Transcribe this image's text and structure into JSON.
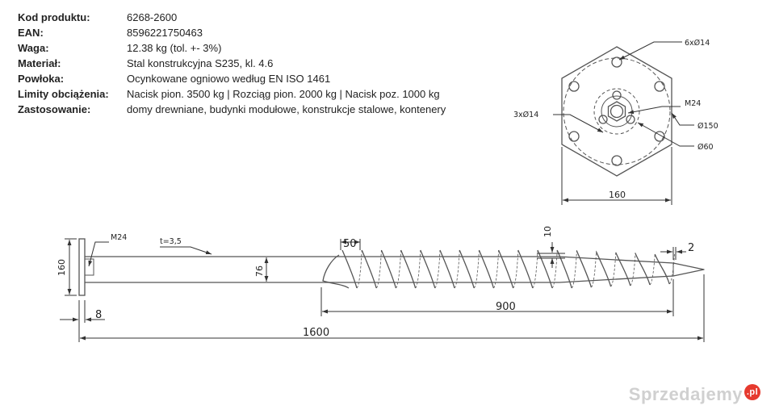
{
  "specs": [
    {
      "key": "Kod produktu:",
      "value": "6268-2600"
    },
    {
      "key": "EAN:",
      "value": "8596221750463"
    },
    {
      "key": "Waga:",
      "value": "12.38 kg (tol. +- 3%)"
    },
    {
      "key": "Materiał:",
      "value": "Stal konstrukcyjna S235, kl. 4.6"
    },
    {
      "key": "Powłoka:",
      "value": "Ocynkowane ogniowo według EN ISO 1461"
    },
    {
      "key": "Limity obciążenia:",
      "value": "Nacisk pion. 3500 kg | Rozciąg pion. 2000 kg | Nacisk poz. 1000 kg"
    },
    {
      "key": "Zastosowanie:",
      "value": "domy drewniane, budynki modułowe, konstrukcje stalowe, kontenery"
    }
  ],
  "top_view": {
    "holes_outer": "6xØ14",
    "thread": "M24",
    "holes_inner": "3xØ14",
    "circle_150": "Ø150",
    "circle_60": "Ø60",
    "width": "160"
  },
  "side_view": {
    "plate_height": "160",
    "thread": "M24",
    "wall": "t=3,5",
    "tube_dia": "76",
    "pitch": "50",
    "flight_height": "10",
    "tip": "2",
    "plate_thickness": "8",
    "helix_length": "900",
    "total_length": "1600"
  },
  "watermark": {
    "text": "Sprzedajemy",
    "badge": ".pl"
  },
  "colors": {
    "line": "#555555",
    "dim": "#333333"
  }
}
